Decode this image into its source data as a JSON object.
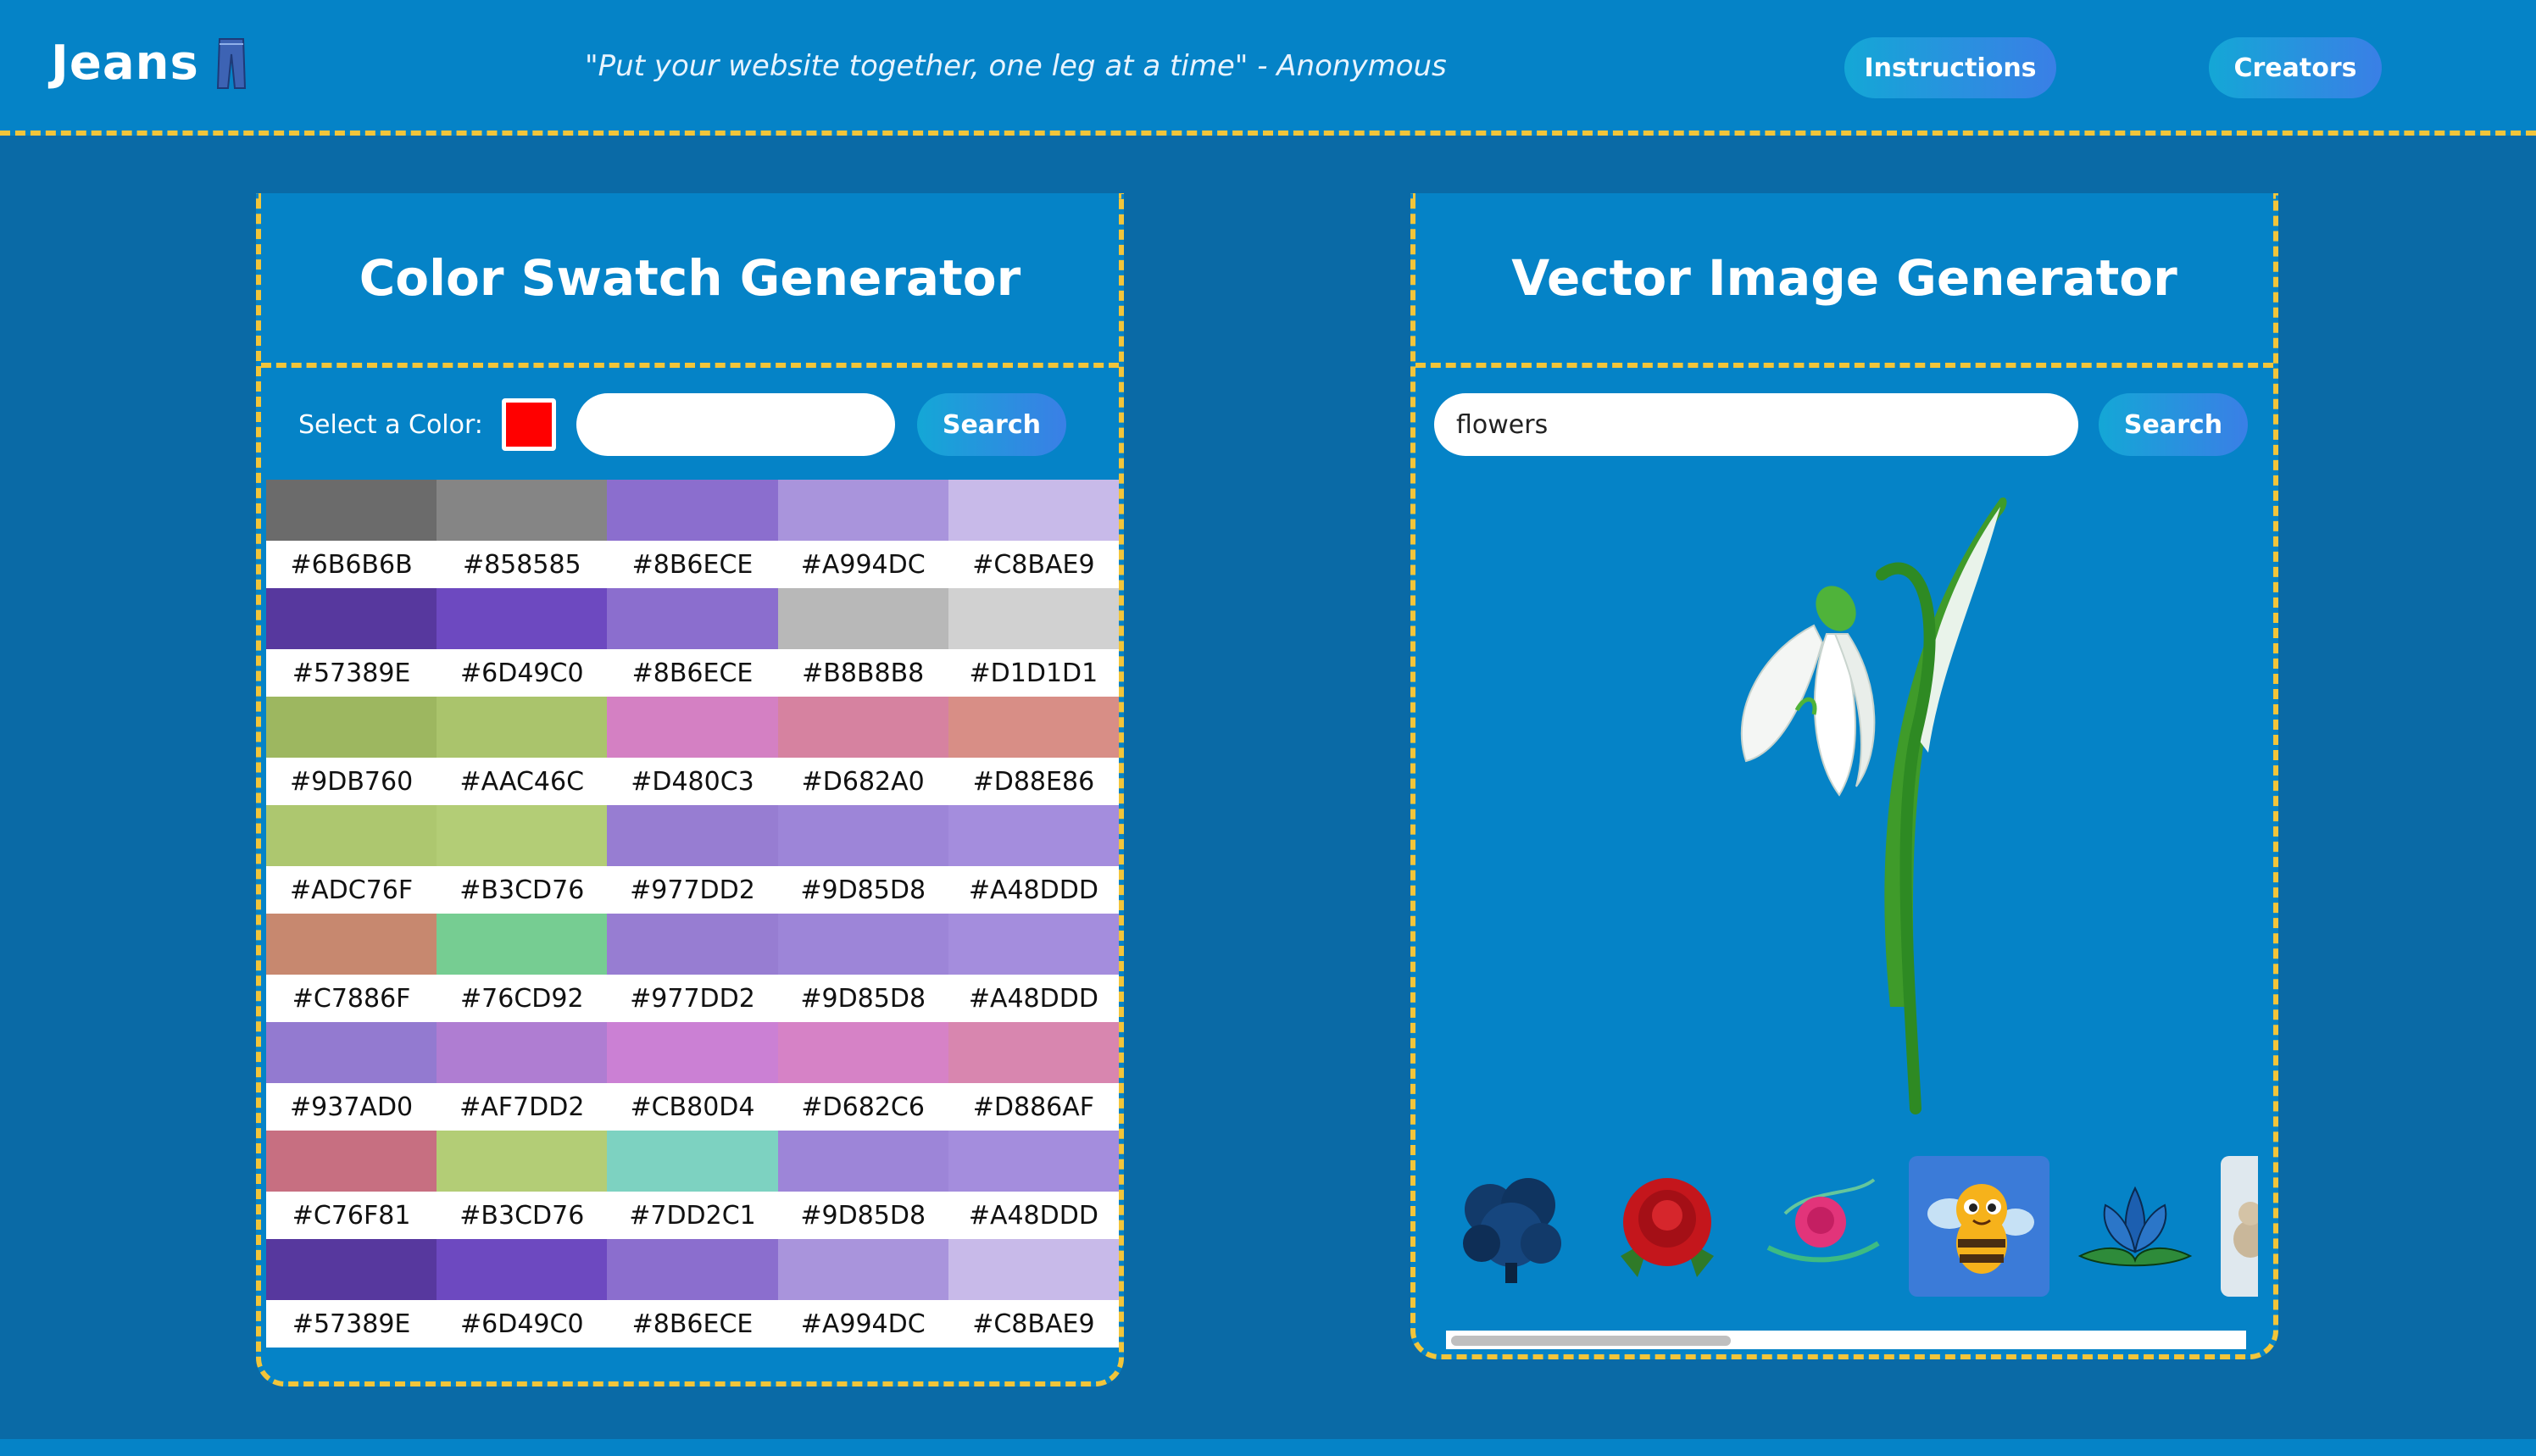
{
  "header": {
    "brand": "Jeans",
    "quote": "\"Put your website together, one leg at a time\" - Anonymous",
    "instructions_label": "Instructions",
    "creators_label": "Creators"
  },
  "swatch_panel": {
    "title": "Color Swatch Generator",
    "select_label": "Select a Color:",
    "selected_color": "#FF0000",
    "color_input_value": "",
    "search_label": "Search",
    "swatches": [
      [
        "#6B6B6B",
        "#858585",
        "#8B6ECE",
        "#A994DC",
        "#C8BAE9"
      ],
      [
        "#57389E",
        "#6D49C0",
        "#8B6ECE",
        "#B8B8B8",
        "#D1D1D1"
      ],
      [
        "#9DB760",
        "#AAC46C",
        "#D480C3",
        "#D682A0",
        "#D88E86"
      ],
      [
        "#ADC76F",
        "#B3CD76",
        "#977DD2",
        "#9D85D8",
        "#A48DDD"
      ],
      [
        "#C7886F",
        "#76CD92",
        "#977DD2",
        "#9D85D8",
        "#A48DDD"
      ],
      [
        "#937AD0",
        "#AF7DD2",
        "#CB80D4",
        "#D682C6",
        "#D886AF"
      ],
      [
        "#C76F81",
        "#B3CD76",
        "#7DD2C1",
        "#9D85D8",
        "#A48DDD"
      ],
      [
        "#57389E",
        "#6D49C0",
        "#8B6ECE",
        "#A994DC",
        "#C8BAE9"
      ]
    ]
  },
  "vector_panel": {
    "title": "Vector Image Generator",
    "search_value": "flowers",
    "search_label": "Search",
    "main_image": "snowdrop-flower",
    "thumbnails": [
      "blue-hydrangea",
      "red-rose",
      "pink-rose",
      "bee-cartoon",
      "blue-lotus",
      "cat-illustration"
    ],
    "selected_thumbnail_index": 3
  },
  "colors": {
    "accent_yellow": "#F2C53A",
    "panel_blue": "#0583C7",
    "page_blue": "#0A6AA6"
  }
}
